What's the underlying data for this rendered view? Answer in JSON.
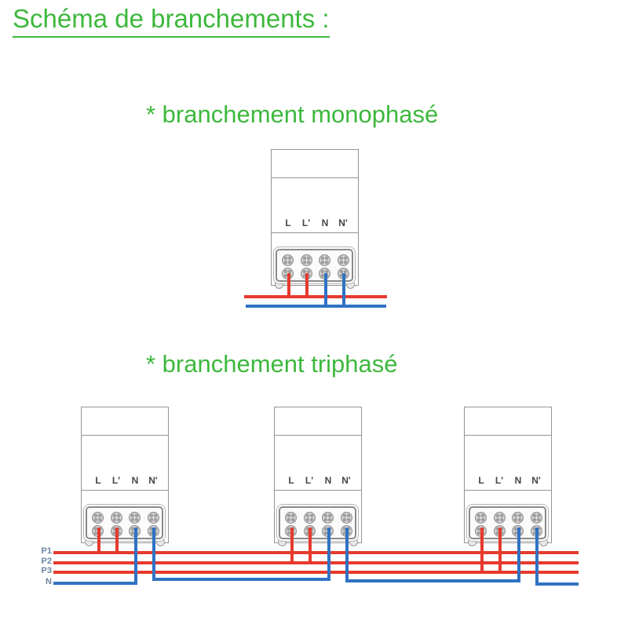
{
  "title": "Schéma de branchements :",
  "sections": {
    "monophase": {
      "heading": "* branchement monophasé"
    },
    "triphase": {
      "heading": "* branchement triphasé"
    }
  },
  "terminal_labels": [
    "L",
    "L'",
    "N",
    "N'"
  ],
  "bus_labels": [
    "P1",
    "P2",
    "P3",
    "N"
  ],
  "colors": {
    "green": "#3db83d",
    "red": "#e63a2e",
    "blue": "#2f72c4",
    "bus_label": "#6d84a1",
    "outline": "#949494",
    "terminal_text": "#454545"
  },
  "monophase_connections": {
    "live_terminals": [
      "L",
      "L'"
    ],
    "neutral_terminals": [
      "N",
      "N'"
    ]
  },
  "triphase_connections": [
    {
      "module": 1,
      "phase": "P1",
      "neutral": "N"
    },
    {
      "module": 2,
      "phase": "P2",
      "neutral": "N"
    },
    {
      "module": 3,
      "phase": "P3",
      "neutral": "N"
    }
  ]
}
